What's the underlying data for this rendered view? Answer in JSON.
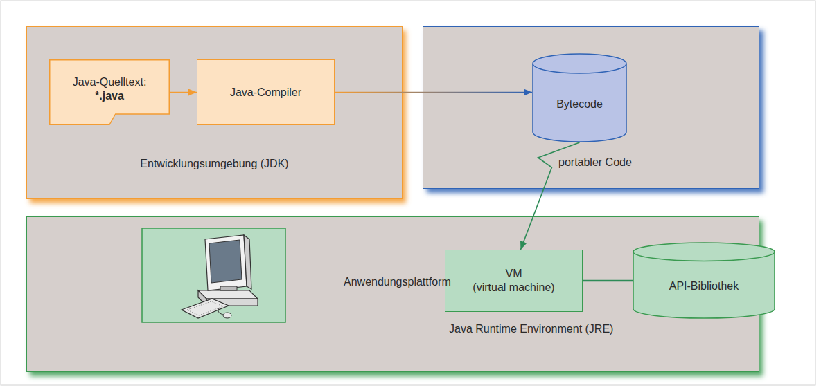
{
  "diagram": {
    "nodes": [
      {
        "text": [
          "Entwicklungsumgebung (JDK)"
        ]
      },
      {
        "text": [
          "Java-Quelltext:",
          "*.java"
        ],
        "in": 0
      },
      {
        "text": [
          "Java-Compiler"
        ],
        "in": 0
      },
      {
        "text": [
          "portabler Code"
        ]
      },
      {
        "text": [
          "Bytecode"
        ],
        "in": 3
      },
      {
        "text": [
          "Anwendungsplattform"
        ]
      },
      {
        "text": [
          "VM",
          "(virtual machine)"
        ],
        "in": 5
      },
      {
        "text": [
          "API-Bibliothek"
        ],
        "in": 5
      }
    ],
    "edges": [
      {
        "from": 1,
        "to": 2,
        "arrow": "to"
      },
      {
        "from": 2,
        "to": 4,
        "arrow": "to"
      },
      {
        "from": 4,
        "to": 6,
        "arrow": "to"
      },
      {
        "from": 6,
        "to": 7,
        "arrow": "none"
      }
    ],
    "labels": [
      "Java Runtime Environment (JRE)"
    ]
  }
}
